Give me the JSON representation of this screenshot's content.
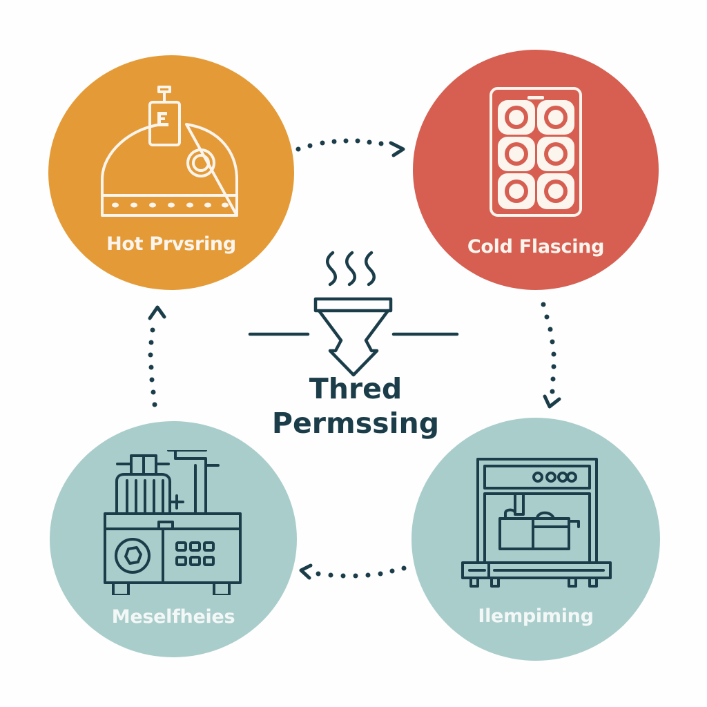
{
  "diagram": {
    "type": "cycle",
    "center": {
      "title_line1": "Thred",
      "title_line2": "Permssing",
      "icon": "funnel-arrow-with-steam-icon"
    },
    "nodes": [
      {
        "id": "hot",
        "label": "Hot Prvsring",
        "icon": "dome-machine-icon",
        "color": "#e49b37",
        "position": "top-left"
      },
      {
        "id": "cold",
        "label": "Cold Flascing",
        "icon": "mold-tray-icon",
        "color": "#d65f52",
        "position": "top-right"
      },
      {
        "id": "hemp",
        "label": "Ilempiming",
        "icon": "press-station-icon",
        "color": "#a9cdcb",
        "position": "bottom-right"
      },
      {
        "id": "mesel",
        "label": "Meselfheies",
        "icon": "processing-machine-icon",
        "color": "#a9cdcb",
        "position": "bottom-left"
      }
    ],
    "connections": [
      {
        "from": "hot",
        "to": "cold",
        "style": "dotted-arrow"
      },
      {
        "from": "cold",
        "to": "hemp",
        "style": "dotted-arrow"
      },
      {
        "from": "hemp",
        "to": "mesel",
        "style": "dotted-arrow"
      },
      {
        "from": "mesel",
        "to": "hot",
        "style": "dotted-arrow"
      }
    ],
    "colors": {
      "dark": "#1b3d4a",
      "icon_light": "#fbf5ee",
      "background": "#fdfefd"
    }
  }
}
